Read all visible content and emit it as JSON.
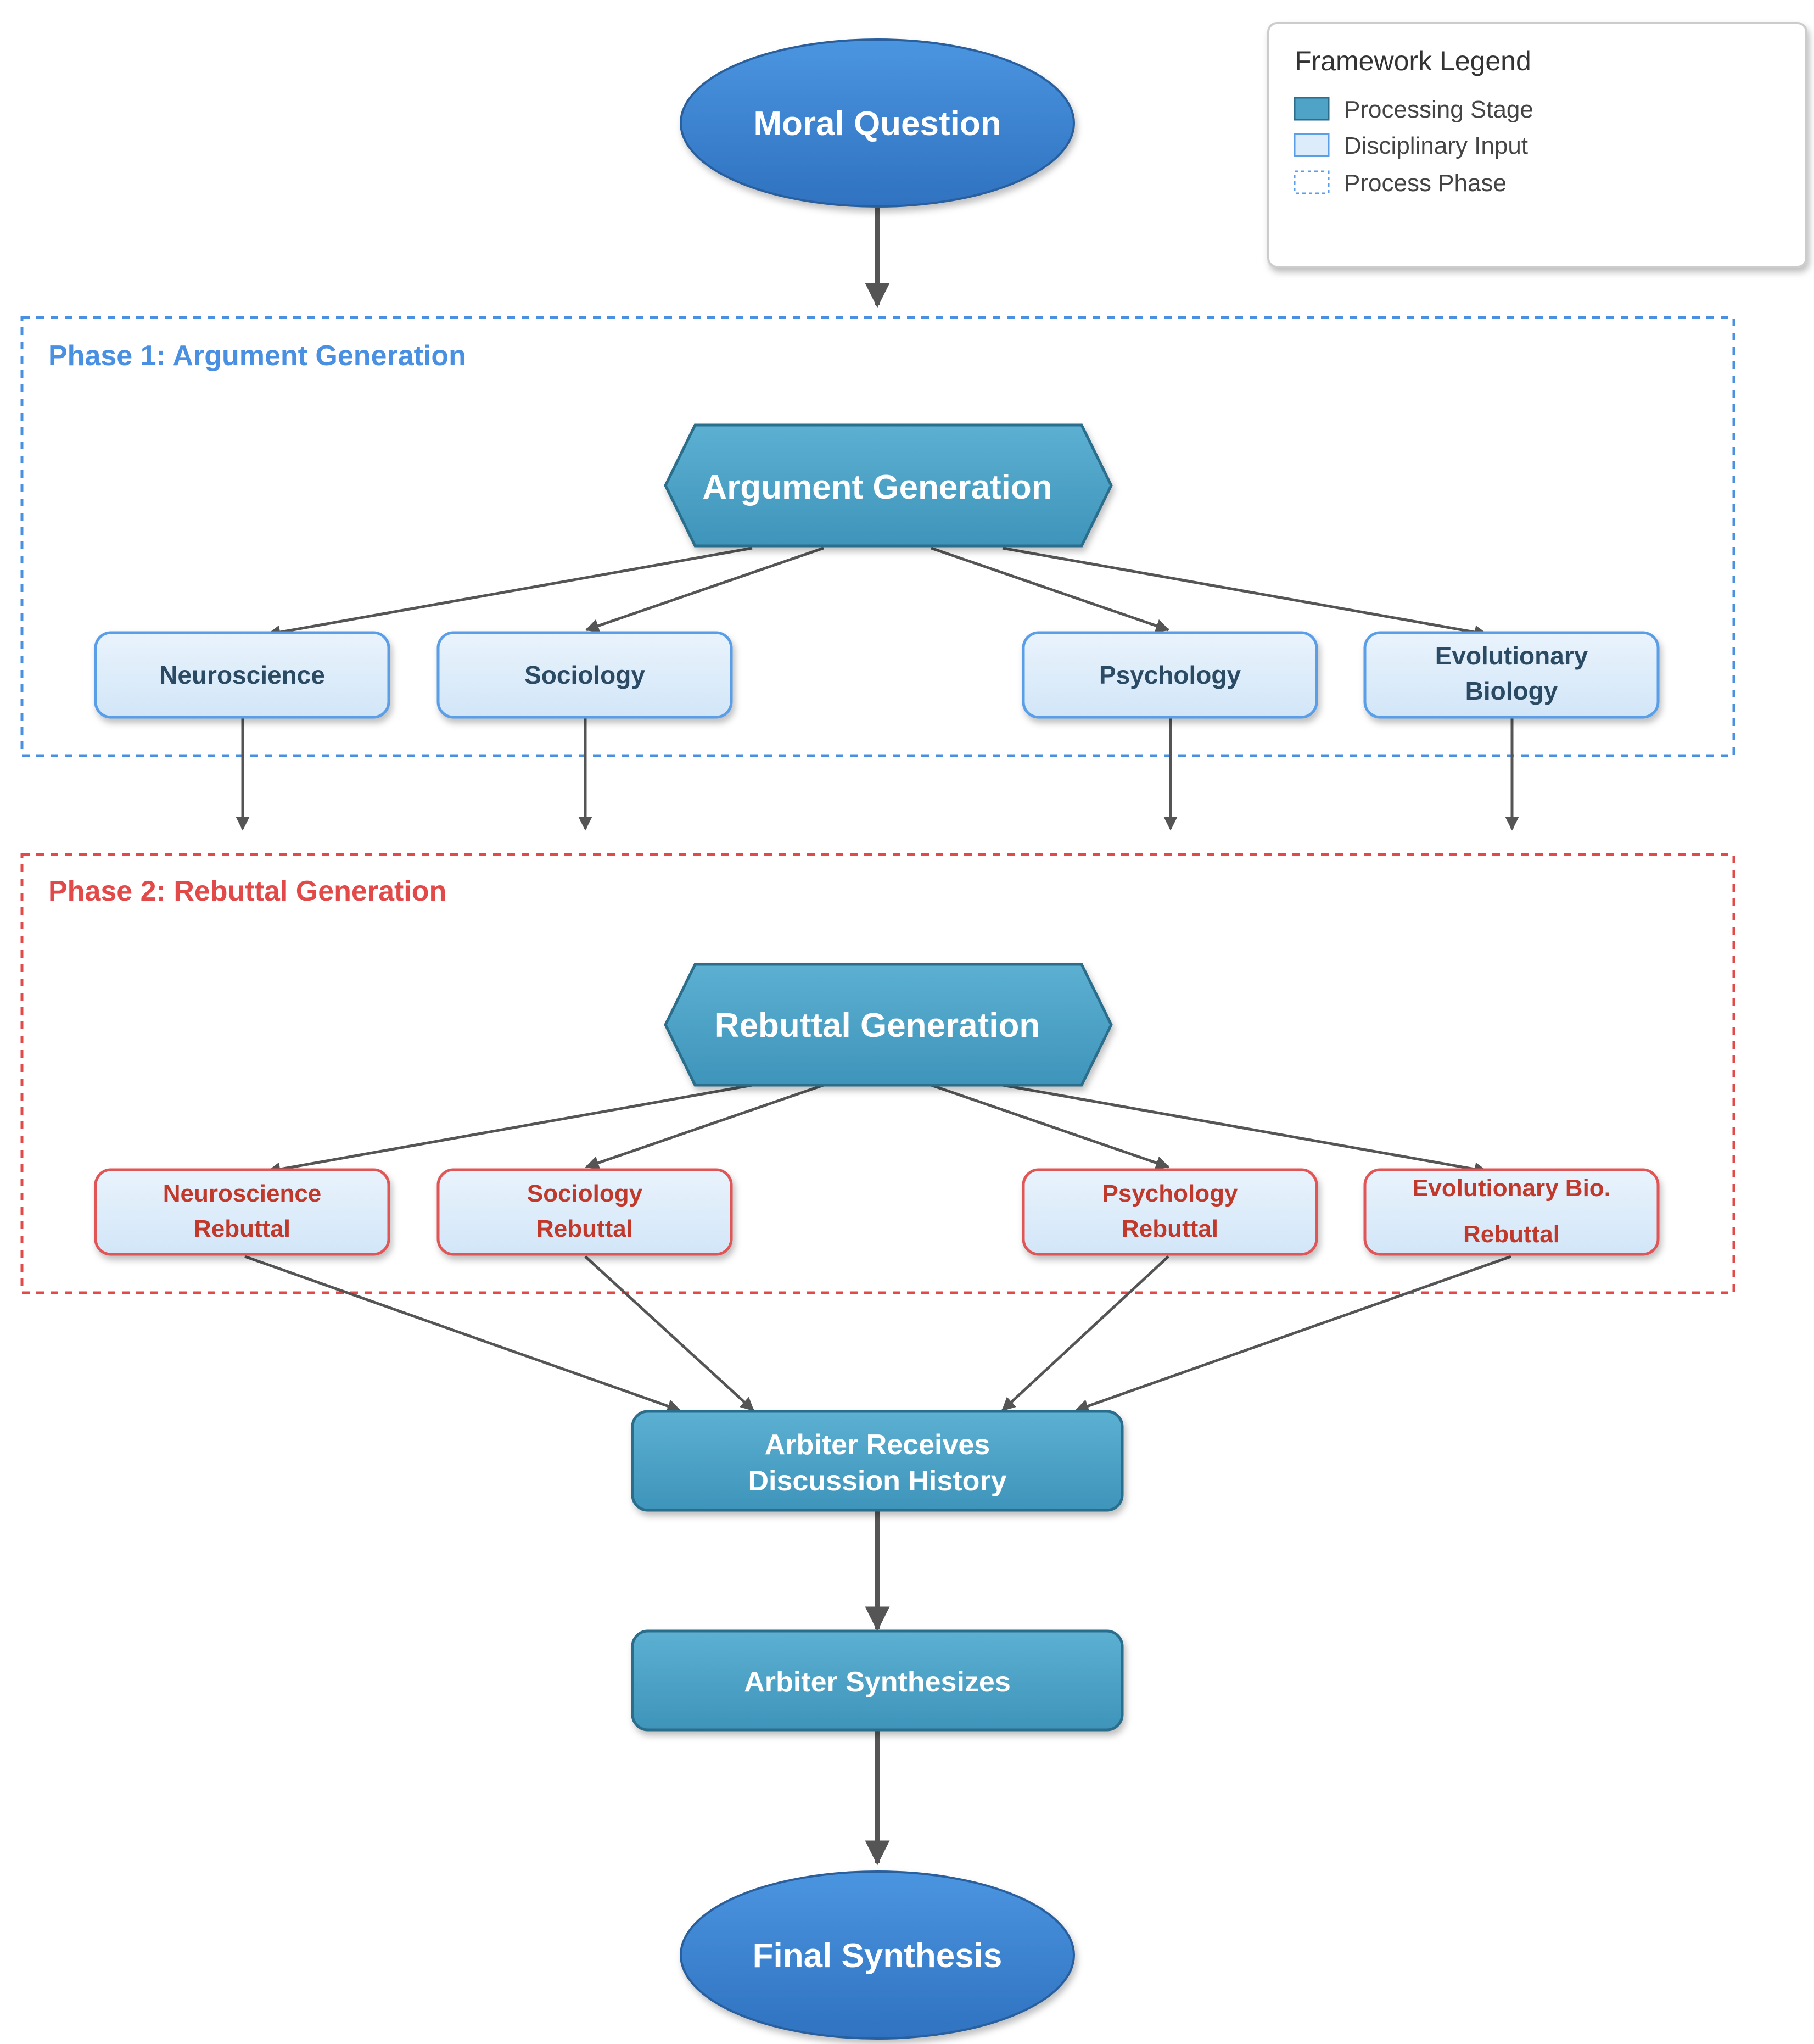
{
  "legend": {
    "title": "Framework Legend",
    "items": [
      {
        "label": "Processing Stage",
        "swatch": "processing"
      },
      {
        "label": "Disciplinary Input",
        "swatch": "input"
      },
      {
        "label": "Process Phase",
        "swatch": "phase"
      }
    ]
  },
  "nodes": {
    "moral_question": "Moral Question",
    "phase1_label": "Phase 1: Argument Generation",
    "argument_generation": "Argument Generation",
    "disciplines": [
      {
        "lines": [
          "Neuroscience"
        ]
      },
      {
        "lines": [
          "Sociology"
        ]
      },
      {
        "lines": [
          "Psychology"
        ]
      },
      {
        "lines": [
          "Evolutionary",
          "Biology"
        ]
      }
    ],
    "phase2_label": "Phase 2: Rebuttal Generation",
    "rebuttal_generation": "Rebuttal Generation",
    "rebuttals": [
      {
        "lines": [
          "Neuroscience",
          "Rebuttal"
        ]
      },
      {
        "lines": [
          "Sociology",
          "Rebuttal"
        ]
      },
      {
        "lines": [
          "Psychology",
          "Rebuttal"
        ]
      },
      {
        "lines": [
          "Evolutionary Bio.",
          "Rebuttal"
        ]
      }
    ],
    "arbiter_receives": [
      "Arbiter Receives",
      "Discussion History"
    ],
    "arbiter_synthesizes": "Arbiter Synthesizes",
    "final_synthesis": "Final Synthesis"
  },
  "colors": {
    "terminal_fill": "#3d85d1",
    "processing_fill": "#4fa3c6",
    "processing_stroke": "#2a6e8c",
    "input_fill": "#dcecfa",
    "input_stroke": "#5a9ee8",
    "rebuttal_stroke": "#e05555",
    "phase1_color": "#4a90e2",
    "phase2_color": "#e24a4a",
    "arrow": "#555555"
  }
}
